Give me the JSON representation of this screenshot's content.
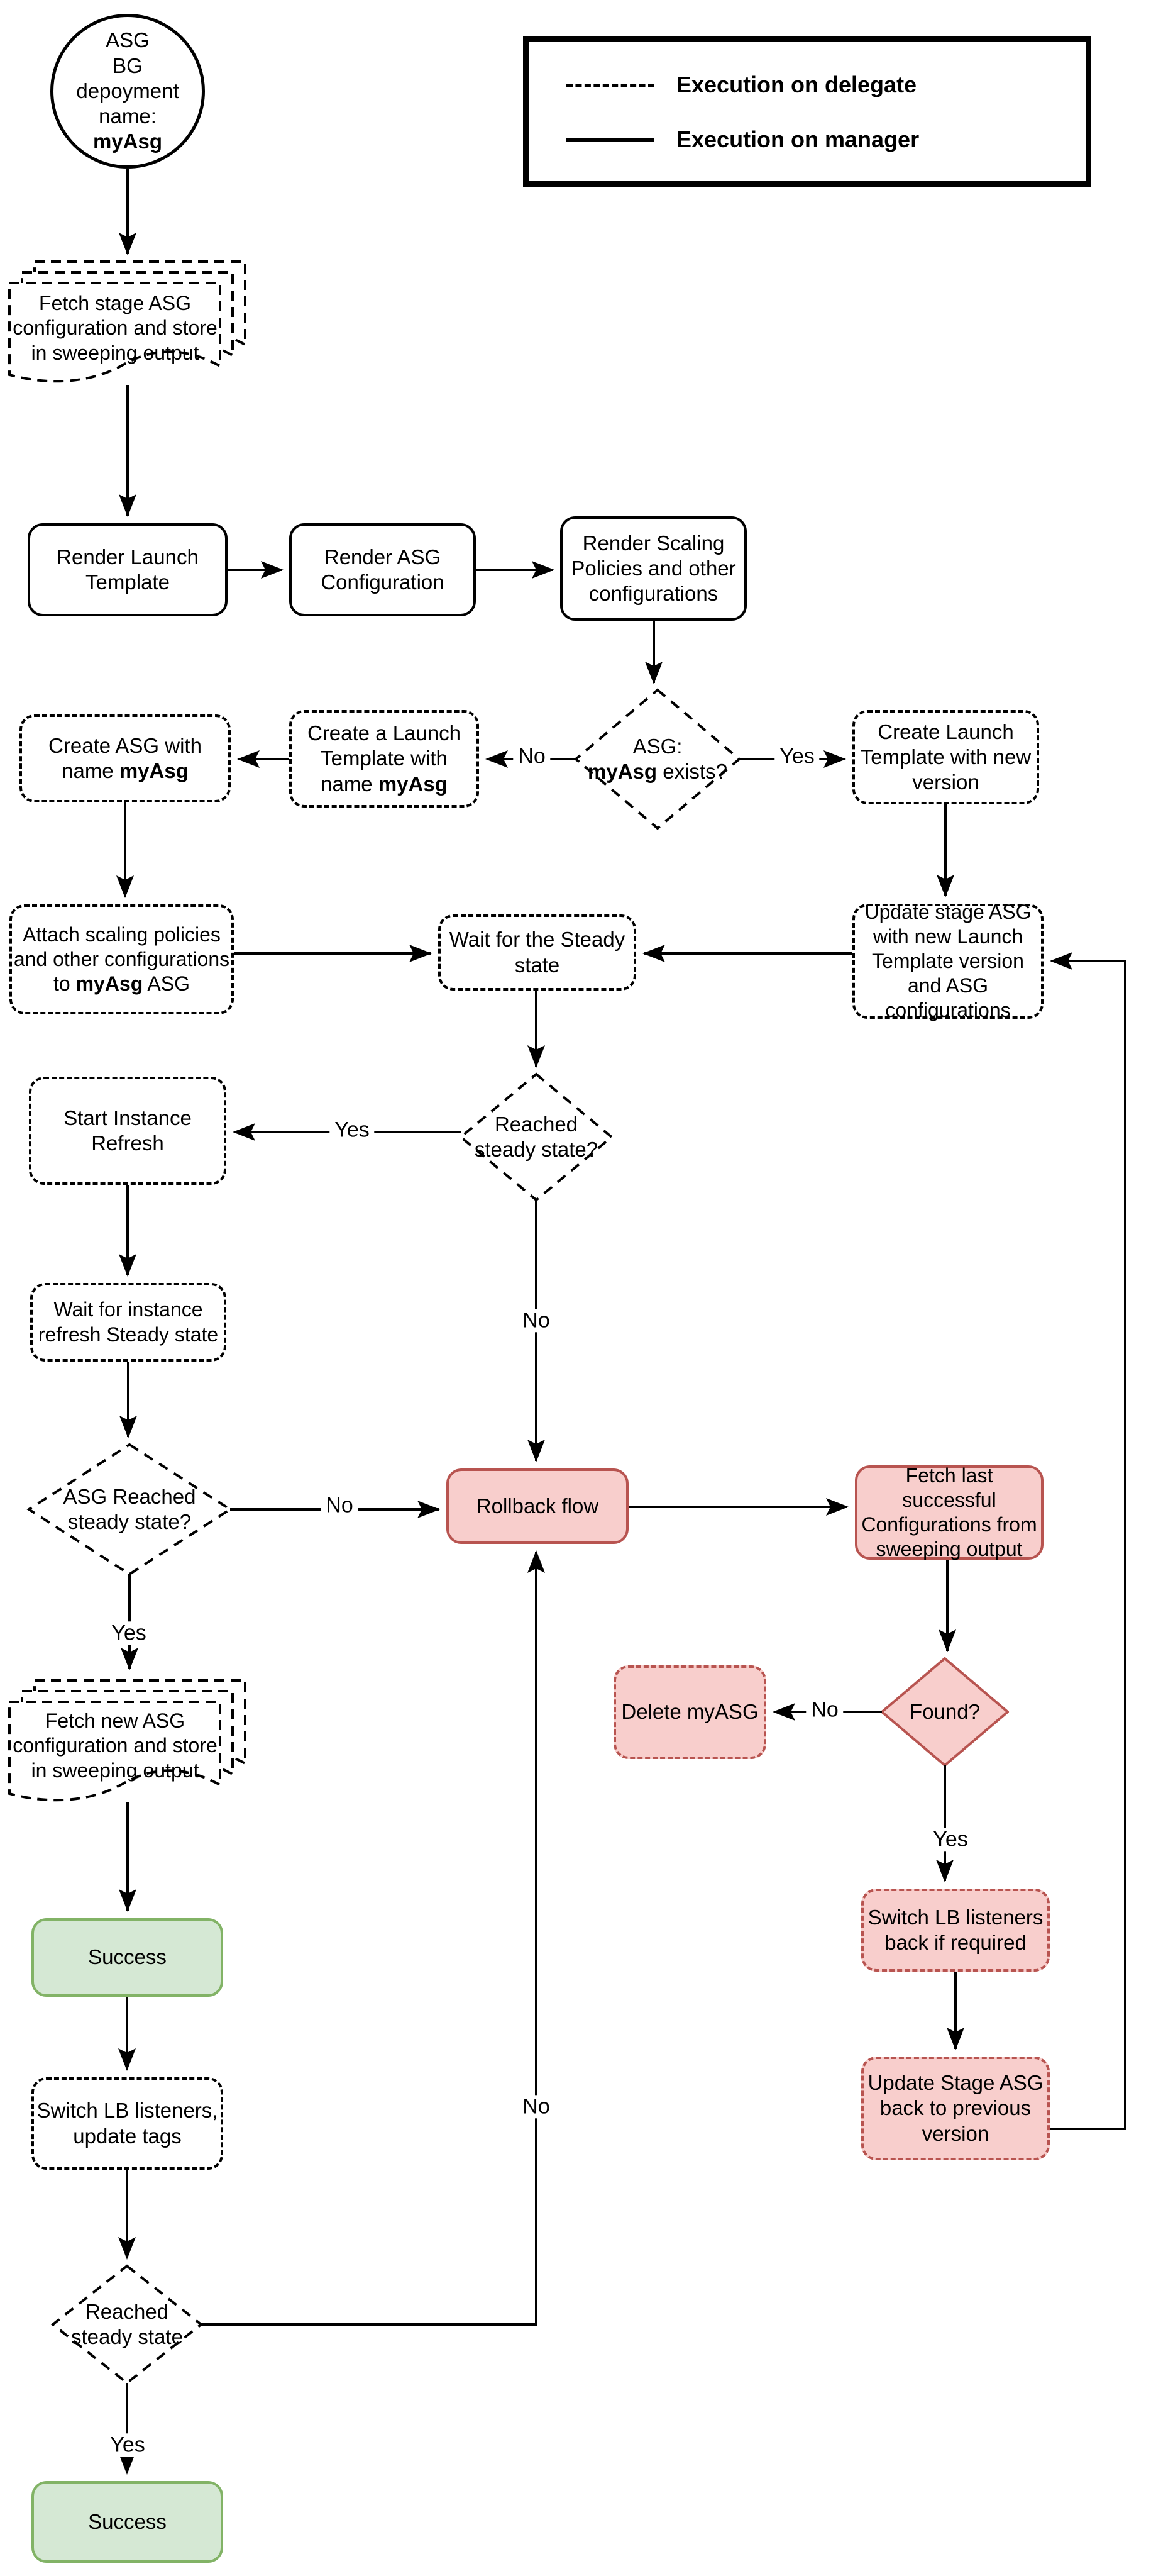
{
  "legend": {
    "items": [
      {
        "style": "dashed",
        "label": "Execution on delegate"
      },
      {
        "style": "solid",
        "label": "Execution on manager"
      }
    ]
  },
  "colors": {
    "line": "#000000",
    "red_fill": "#f8cecc",
    "red_stroke": "#b85450",
    "green_fill": "#d5e8d4",
    "green_stroke": "#82b366"
  },
  "edge_labels": {
    "yes": "Yes",
    "no": "No"
  },
  "nodes": {
    "start": {
      "line1": "ASG",
      "line2": "BG depoyment",
      "line3_pre": "name: ",
      "line3_bold": "myAsg"
    },
    "fetch_stage": "Fetch stage ASG configuration and store in sweeping output",
    "render_launch": "Render Launch Template",
    "render_asg": "Render ASG Configuration",
    "render_scaling": "Render Scaling Policies and other configurations",
    "asg_exists": {
      "line1": "ASG:",
      "bold": "myAsg",
      "post": " exists?"
    },
    "create_launch_new": "Create Launch Template with new version",
    "create_launch_myasg": {
      "pre": "Create a Launch Template with name ",
      "bold": "myAsg"
    },
    "create_asg": {
      "pre": "Create ASG with name ",
      "bold": "myAsg"
    },
    "attach": {
      "pre": "Attach scaling policies and other configurations to ",
      "bold": "myAsg",
      "post": " ASG"
    },
    "wait_steady": "Wait for the Steady state",
    "update_stage": "Update stage ASG with new Launch Template version and ASG configurations",
    "reached_steady": "Reached steady state?",
    "start_refresh": "Start Instance Refresh",
    "wait_refresh": "Wait for instance refresh Steady state",
    "asg_reached": "ASG Reached steady state?",
    "rollback": "Rollback flow",
    "fetch_last": "Fetch last successful Configurations from sweeping output",
    "found": "Found?",
    "delete_myasg": "Delete myASG",
    "fetch_new": "Fetch new ASG configuration and store in sweeping output",
    "success1": "Success",
    "switch_lb": "Switch LB listeners, update tags",
    "switch_lb_back": "Switch LB listeners back if required",
    "update_back": "Update Stage ASG back to previous version",
    "reached_steady2": "Reached steady state",
    "success2": "Success"
  }
}
